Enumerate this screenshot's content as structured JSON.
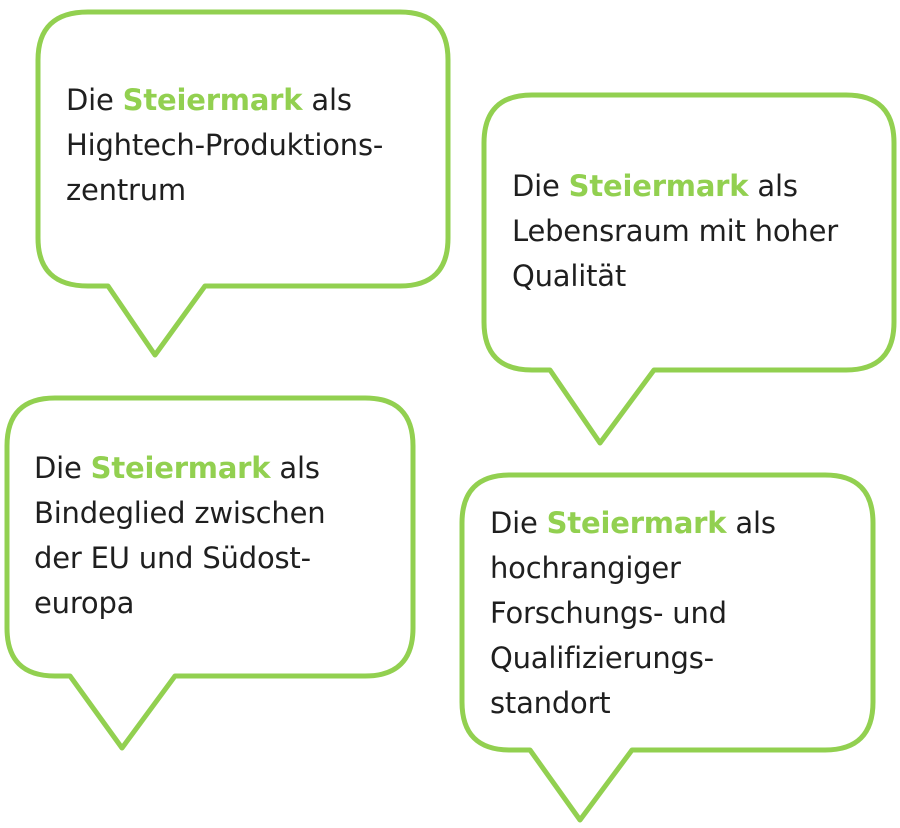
{
  "accent_color": "#92d050",
  "bubbles": [
    {
      "id": "hightech",
      "prefix": "Die",
      "highlight": "Steiermark",
      "suffix": "als",
      "lines": [
        "Hightech-Produktions-",
        "zentrum"
      ]
    },
    {
      "id": "lebensraum",
      "prefix": "Die",
      "highlight": "Steiermark",
      "suffix": "als",
      "lines": [
        "Lebensraum mit hoher",
        "Qualität"
      ]
    },
    {
      "id": "bindeglied",
      "prefix": "Die",
      "highlight": "Steiermark",
      "suffix": "als",
      "lines": [
        "Bindeglied zwischen",
        "der EU und Südost-",
        "europa"
      ]
    },
    {
      "id": "forschung",
      "prefix": "Die",
      "highlight": "Steiermark",
      "suffix": "als",
      "lines": [
        "hochrangiger",
        "Forschungs- und",
        "Qualifizierungs-",
        "standort"
      ]
    }
  ]
}
